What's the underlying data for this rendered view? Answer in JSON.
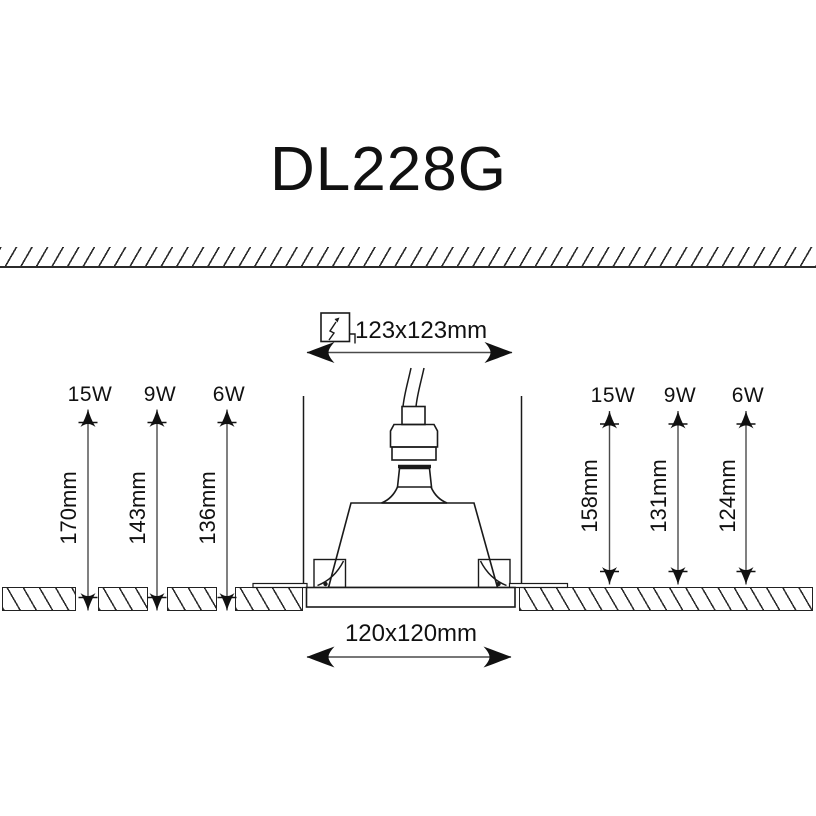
{
  "product": {
    "model": "DL228G"
  },
  "cutout": {
    "icon": "cutout-square-icon",
    "label": "123x123mm"
  },
  "aperture": {
    "label": "120x120mm"
  },
  "left_dimensions": [
    {
      "wattage": "15W",
      "value": "170mm"
    },
    {
      "wattage": "9W",
      "value": "143mm"
    },
    {
      "wattage": "6W",
      "value": "136mm"
    }
  ],
  "right_dimensions": [
    {
      "wattage": "15W",
      "value": "158mm"
    },
    {
      "wattage": "9W",
      "value": "131mm"
    },
    {
      "wattage": "6W",
      "value": "124mm"
    }
  ],
  "colors": {
    "line": "#1a1a1a",
    "background": "#ffffff"
  }
}
